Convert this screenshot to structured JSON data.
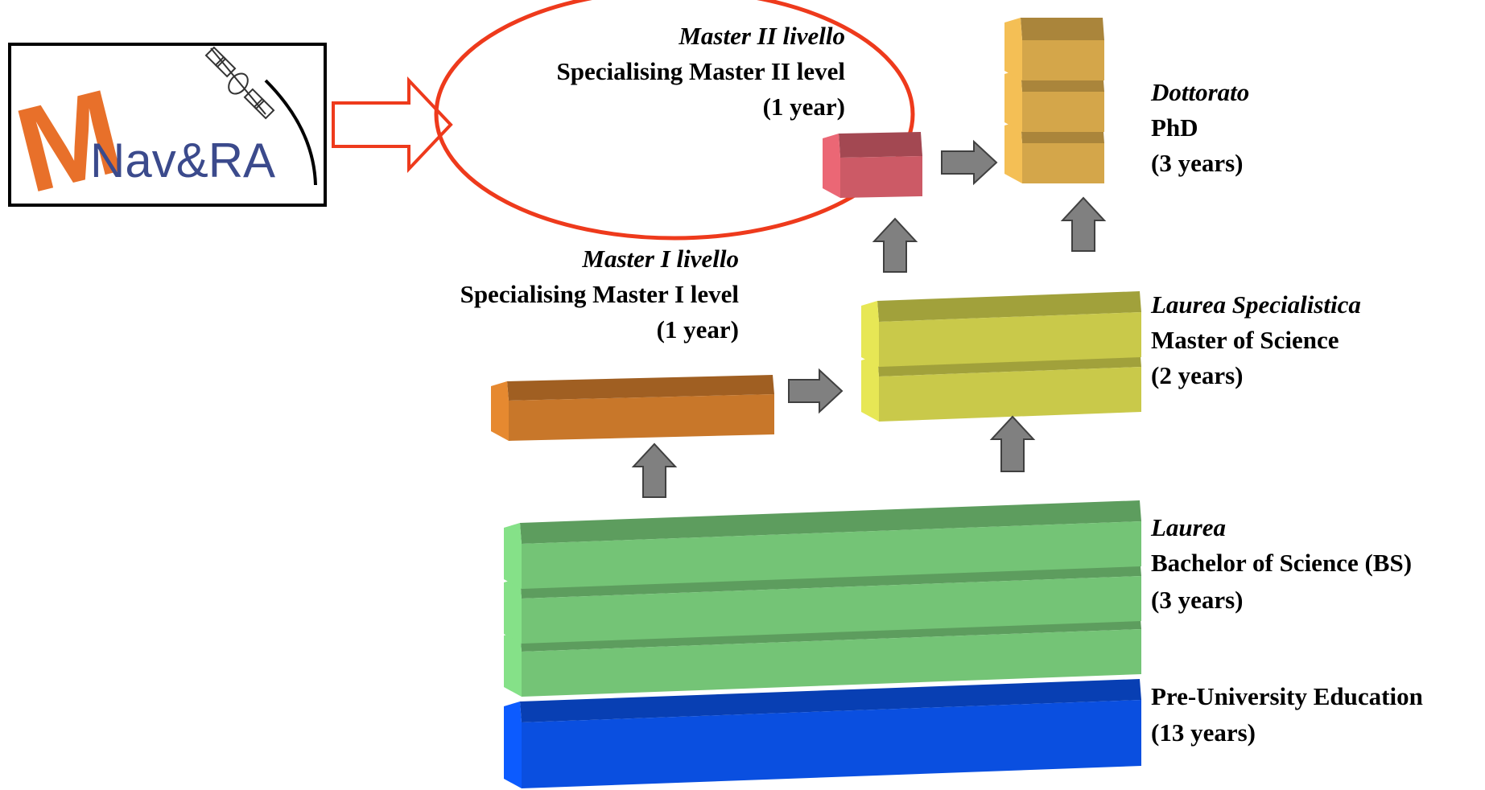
{
  "logo": {
    "letter": "M",
    "text": "Nav&RA",
    "brand_colors": {
      "m": "#e8702a",
      "text": "#3b4a8c"
    }
  },
  "master2": {
    "title_it": "Master II livello",
    "title": "Specialising Master II level",
    "duration": "(1 year)"
  },
  "master1": {
    "title_it": "Master I livello",
    "title": "Specialising Master I level",
    "duration": "(1 year)"
  },
  "phd": {
    "title_it": "Dottorato",
    "title": "PhD",
    "duration": "(3 years)"
  },
  "msc": {
    "title_it": "Laurea Specialistica",
    "title": "Master of Science",
    "duration": "(2 years)"
  },
  "bs": {
    "title_it": "Laurea",
    "title": "Bachelor of Science (BS)",
    "duration": "(3 years)"
  },
  "preuni": {
    "title": "Pre-University Education",
    "duration": "(13 years)"
  },
  "colors": {
    "highlight_ellipse": "#ee3a1c",
    "arrow": "#808080",
    "bs_block": "#74c476",
    "preuni_block": "#0a4fe0",
    "msc_block": "#c9c94a",
    "master1_block": "#c8772a",
    "master2_block": "#cc5a66",
    "phd_block": "#d4a64a"
  }
}
